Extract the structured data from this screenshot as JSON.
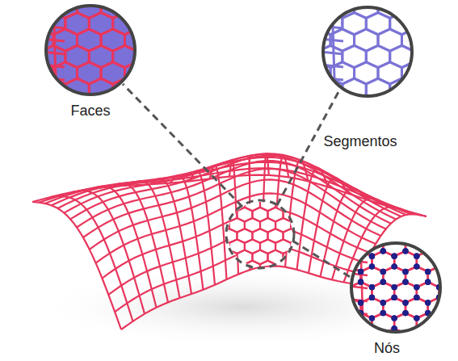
{
  "diagram": {
    "labels": [
      "Faces",
      "Segmentos",
      "Nós"
    ]
  }
}
